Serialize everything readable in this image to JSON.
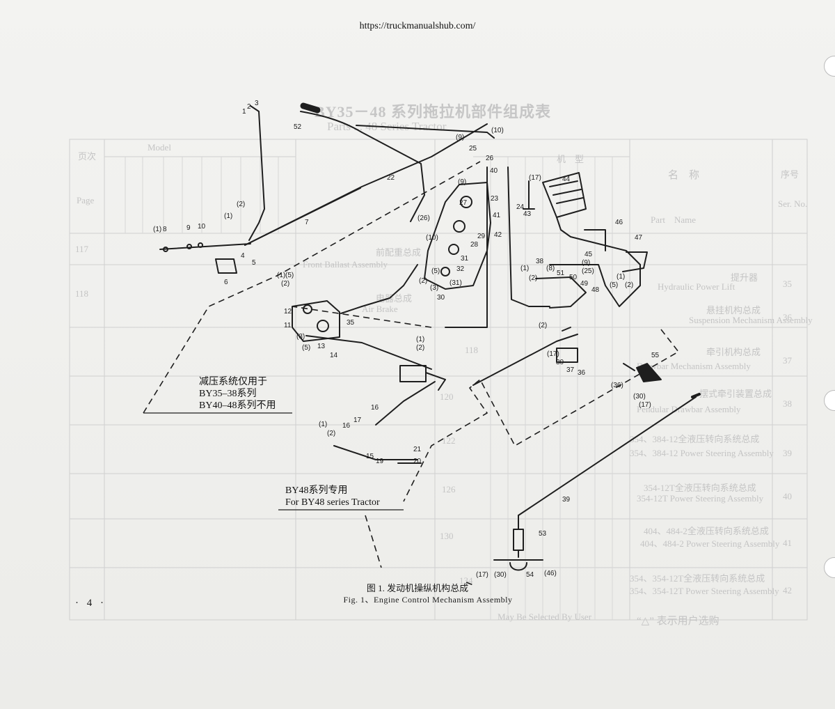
{
  "source_url": "https://truckmanualshub.com/",
  "background_table": {
    "title": "BY35－48 系列拖拉机部件组成表",
    "subtitle": "Parts ... 48 Series Tractor",
    "headers": [
      "序号",
      "Ser. No.",
      "名　称",
      "Part　Name",
      "机　型",
      "Model",
      "页次",
      "Page"
    ],
    "rows": [
      {
        "no": "35",
        "name_cn": "提升器",
        "name_en": "Hydraulic Power Lift",
        "page": "117"
      },
      {
        "no": "36",
        "name_cn": "悬挂机构总成",
        "name_en": "Suspension Mechanism Assembly",
        "page": "118"
      },
      {
        "no": "37",
        "name_cn": "牵引机构总成",
        "name_en": "Drawbar Mechanism Assembly",
        "page": "118"
      },
      {
        "no": "38",
        "name_cn": "摆式牵引装置总成",
        "name_en": "Pendular Drawbar Assembly",
        "page": "120"
      },
      {
        "no": "39",
        "name_cn": "354、384-12全液压转向系统总成",
        "name_en": "354、384-12 Power Steering Assembly",
        "page": "122"
      },
      {
        "no": "40",
        "name_cn": "354-12T全液压转向系统总成",
        "name_en": "354-12T Power Steering Assembly",
        "page": "126"
      },
      {
        "no": "41",
        "name_cn": "404、484-2全液压转向系统总成",
        "name_en": "404、484-2 Power Steering Assembly",
        "page": "130"
      },
      {
        "no": "42",
        "name_cn": "354、354-12T全液压转向系统总成",
        "name_en": "354、354-12T Power Steering Assembly",
        "page": "134"
      }
    ],
    "mid_rows": [
      {
        "name_cn": "前配重总成",
        "name_en": "Front Ballast Assembly"
      },
      {
        "name_cn": "电器总成",
        "name_en": "Air Brake"
      }
    ],
    "footer_cn": "“△” 表示用户选购",
    "footer_en": "May Be Selected By User"
  },
  "notes": {
    "decompression_line1": "减压系统仅用于",
    "decompression_line2": "BY35–38系列",
    "decompression_line3": "BY40–48系列不用",
    "by48_cn": "BY48系列专用",
    "by48_en": "For BY48 series Tractor"
  },
  "part_labels": [
    "1",
    "2",
    "3",
    "(1)",
    "8",
    "9",
    "10",
    "(2)",
    "(1)",
    "4",
    "5",
    "6",
    "7",
    "52",
    "22",
    "(9)",
    "25",
    "(10)",
    "26",
    "(9)",
    "27",
    "(26)",
    "(10)",
    "29",
    "28",
    "31",
    "32",
    "(2)",
    "(5)",
    "(3)",
    "(31)",
    "30",
    "40",
    "(17)",
    "23",
    "41",
    "24",
    "43",
    "42",
    "44",
    "46",
    "47",
    "45",
    "(9)",
    "(25)",
    "(1)",
    "(5)",
    "(2)",
    "38",
    "(1)",
    "(2)",
    "(8)",
    "51",
    "50",
    "49",
    "48",
    "(1)",
    "(5)",
    "(2)",
    "12",
    "11",
    "(3)",
    "(5)",
    "13",
    "14",
    "35",
    "(1)",
    "(2)",
    "(2)",
    "(17)",
    "30",
    "37",
    "36",
    "55",
    "(36)",
    "(30)",
    "(17)",
    "16",
    "(1)",
    "(2)",
    "16",
    "17",
    "15",
    "19",
    "20",
    "21",
    "39",
    "53",
    "(17)",
    "(30)",
    "54",
    "(46)"
  ],
  "caption": {
    "cn": "图 1. 发动机操纵机构总成",
    "en": "Fig. 1、Engine Control Mechanism Assembly"
  },
  "page_number": "· 4 ·"
}
